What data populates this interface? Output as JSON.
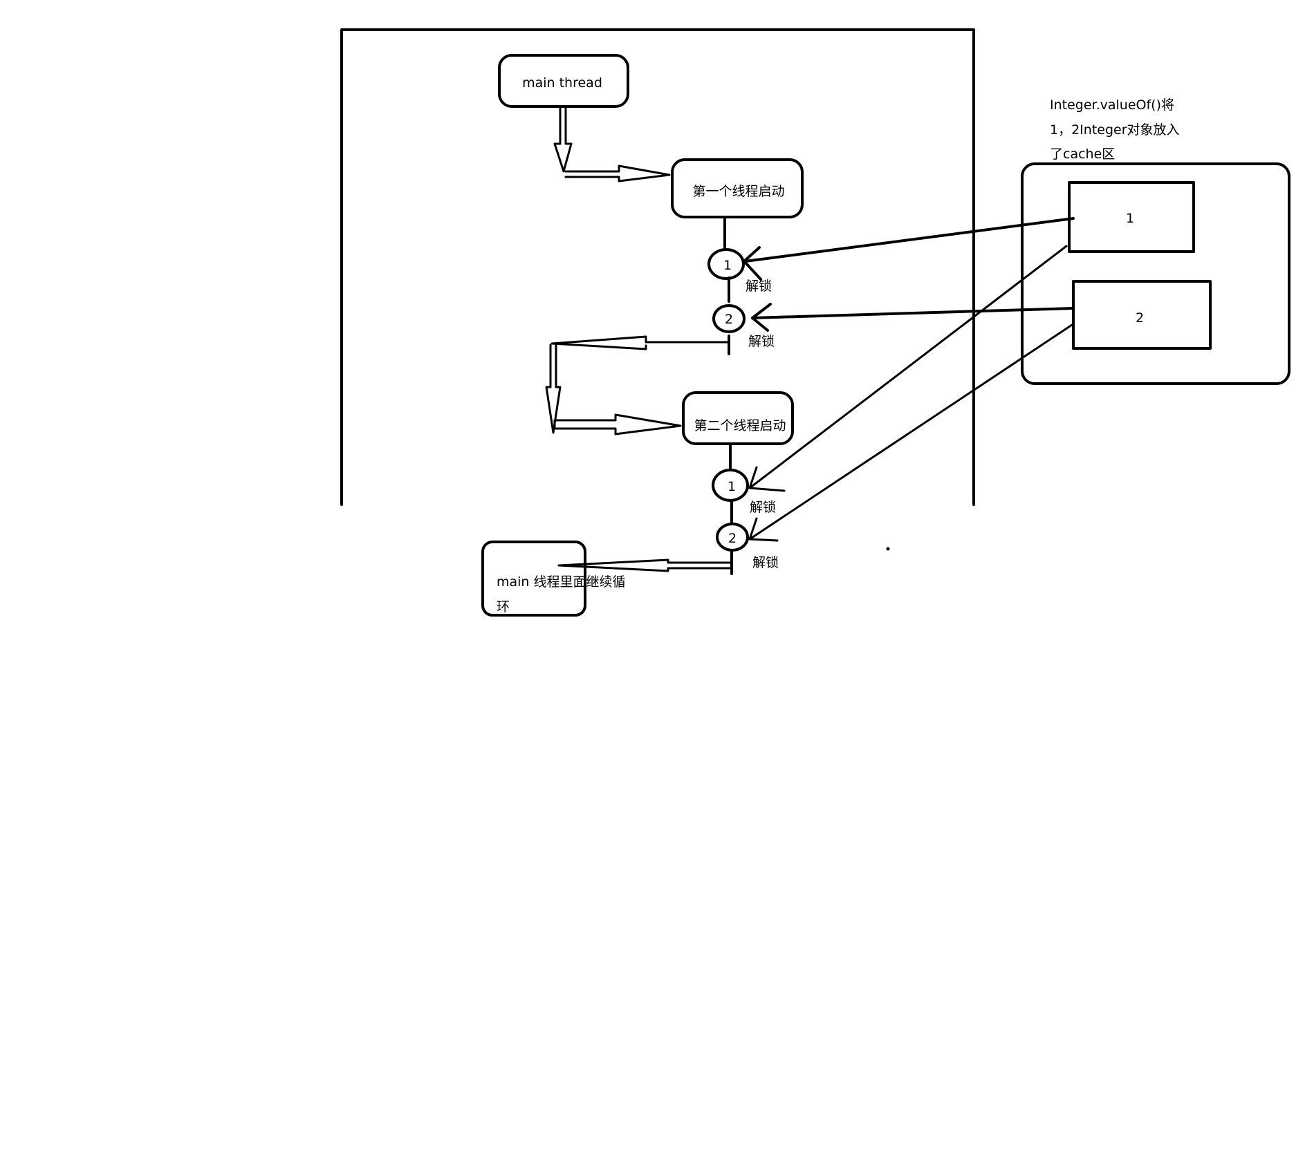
{
  "boxes": {
    "main_thread": "main thread",
    "first_thread": "第一个线程启动",
    "second_thread": "第二个线程启动",
    "main_loop_line1": "main 线程里面继续循",
    "main_loop_line2": "环"
  },
  "locks": {
    "first_lock1": "1",
    "first_lock2": "2",
    "second_lock1": "1",
    "second_lock2": "2",
    "unlock": "解锁"
  },
  "cache": {
    "note_line1": "Integer.valueOf()将",
    "note_line2": "1，2Integer对象放入",
    "note_line3": "了cache区",
    "obj1": "1",
    "obj2": "2"
  }
}
